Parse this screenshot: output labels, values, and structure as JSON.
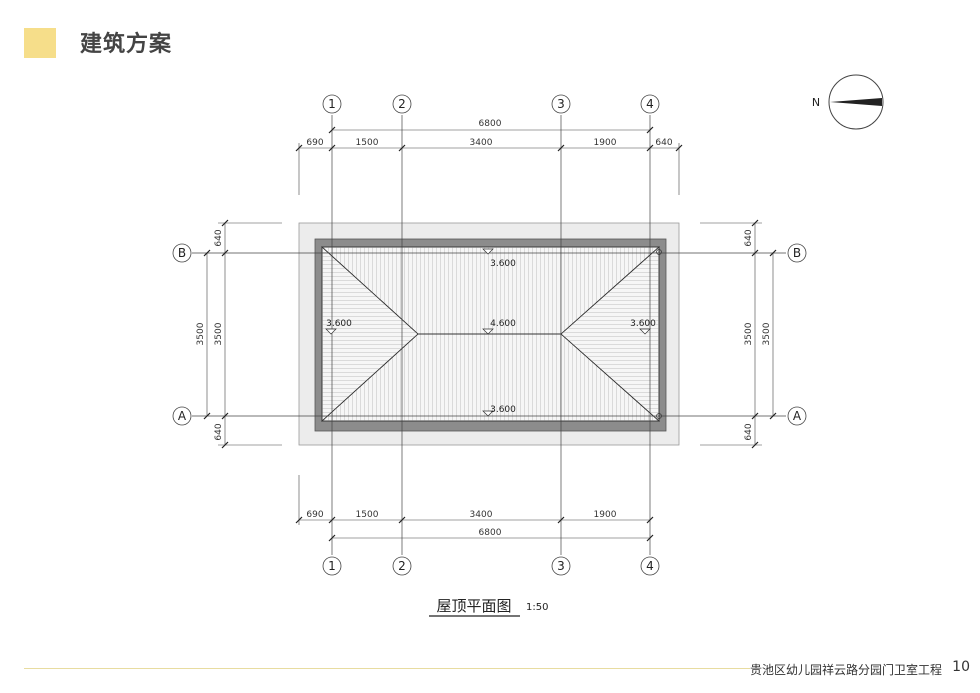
{
  "header": {
    "title": "建筑方案"
  },
  "compass": {
    "north_label": "N"
  },
  "grid": {
    "columns": [
      "1",
      "2",
      "3",
      "4"
    ],
    "rows": [
      "B",
      "A"
    ]
  },
  "dimensions": {
    "top_total": "6800",
    "top_segments": [
      "690",
      "1500",
      "3400",
      "1900",
      "640"
    ],
    "bottom_segments": [
      "690",
      "1500",
      "3400",
      "1900"
    ],
    "bottom_total": "6800",
    "left_segments": [
      "640",
      "3500",
      "640"
    ],
    "left_total": "3500",
    "right_segments": [
      "640",
      "3500",
      "640"
    ],
    "right_total": "3500"
  },
  "elevations": {
    "ridge_top": "3.600",
    "ridge_center": "4.600",
    "left": "3.600",
    "right": "3.600",
    "ridge_bottom": "3.600"
  },
  "drawing": {
    "title": "屋顶平面图",
    "scale": "1:50"
  },
  "footer": {
    "project": "贵池区幼儿园祥云路分园门卫室工程",
    "page": "10"
  },
  "colors": {
    "accent": "#f6de8a",
    "roof_edge": "#8c8c8c",
    "outer_slab": "#ececec",
    "roof_fill": "#f4f4f4"
  }
}
